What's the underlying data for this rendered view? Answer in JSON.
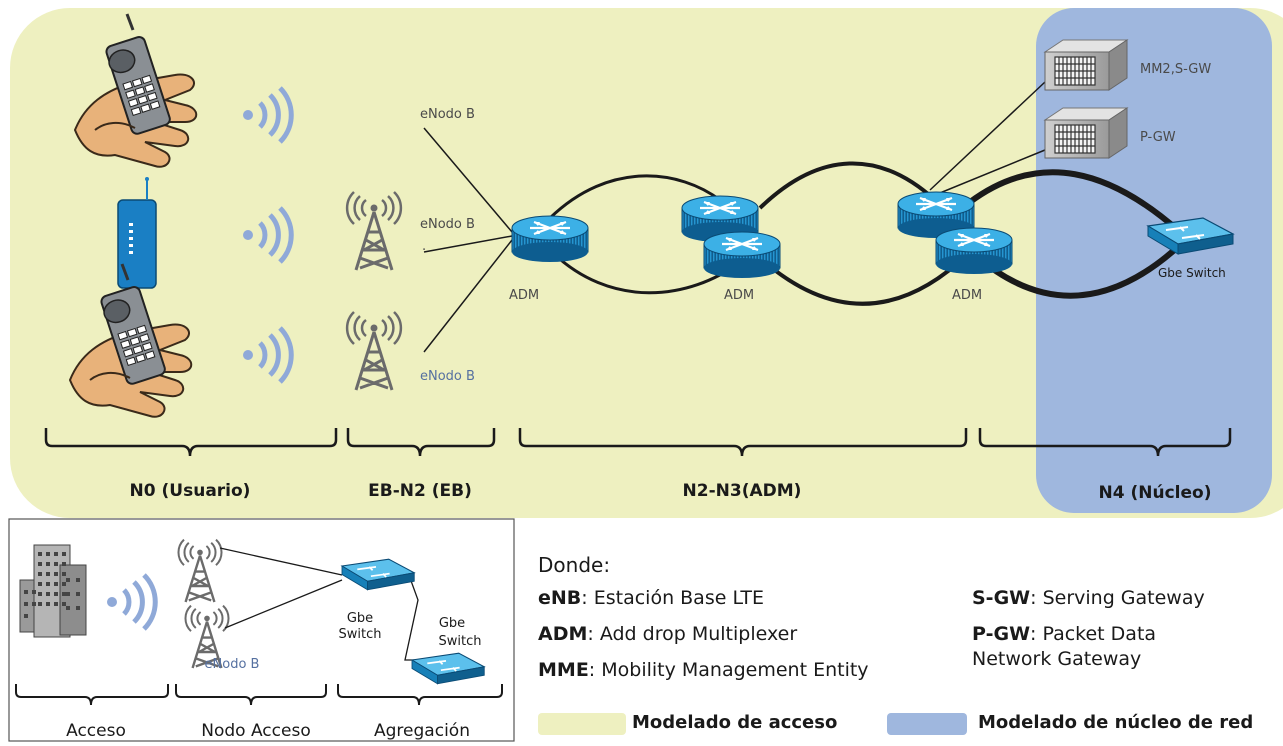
{
  "top_diagram": {
    "enodo_labels": [
      "eNodo B",
      "eNodo B",
      "eNodo B"
    ],
    "adm_labels": [
      "ADM",
      "ADM",
      "ADM"
    ],
    "server_labels": [
      "MM2,S-GW",
      "P-GW"
    ],
    "switch_label": "Gbe Switch",
    "sections": [
      "N0 (Usuario)",
      "EB-N2 (EB)",
      "N2-N3(ADM)",
      "N4 (Núcleo)"
    ],
    "dot_mark": "."
  },
  "inset": {
    "switch_label_1_line1": "Gbe",
    "switch_label_1_line2": "Switch",
    "switch_label_2_line1": "Gbe",
    "switch_label_2_line2": "Switch",
    "enodo_label": "eNodo B",
    "sections": [
      "Acceso",
      "Nodo Acceso",
      "Agregación"
    ]
  },
  "legend": {
    "title": "Donde:",
    "items": [
      {
        "abbr": "eNB",
        "text": ": Estación Base LTE"
      },
      {
        "abbr": "ADM",
        "text": ": Add drop Multiplexer"
      },
      {
        "abbr": "MME",
        "text": ": Mobility Management Entity"
      },
      {
        "abbr": "S-GW",
        "text": ": Serving Gateway"
      },
      {
        "abbr": "P-GW",
        "text": ": Packet Data"
      }
    ],
    "pgw_line2": "Network Gateway"
  },
  "color_key": {
    "access": {
      "label": "Modelado de acceso",
      "color": "#eef0c0"
    },
    "core": {
      "label": "Modelado de núcleo de red",
      "color": "#9fb7de"
    }
  },
  "colors": {
    "access_region": "#eef0c0",
    "core_region": "#9fb7de",
    "router": "#1a8ccc",
    "wave": "#8fa9d8"
  }
}
